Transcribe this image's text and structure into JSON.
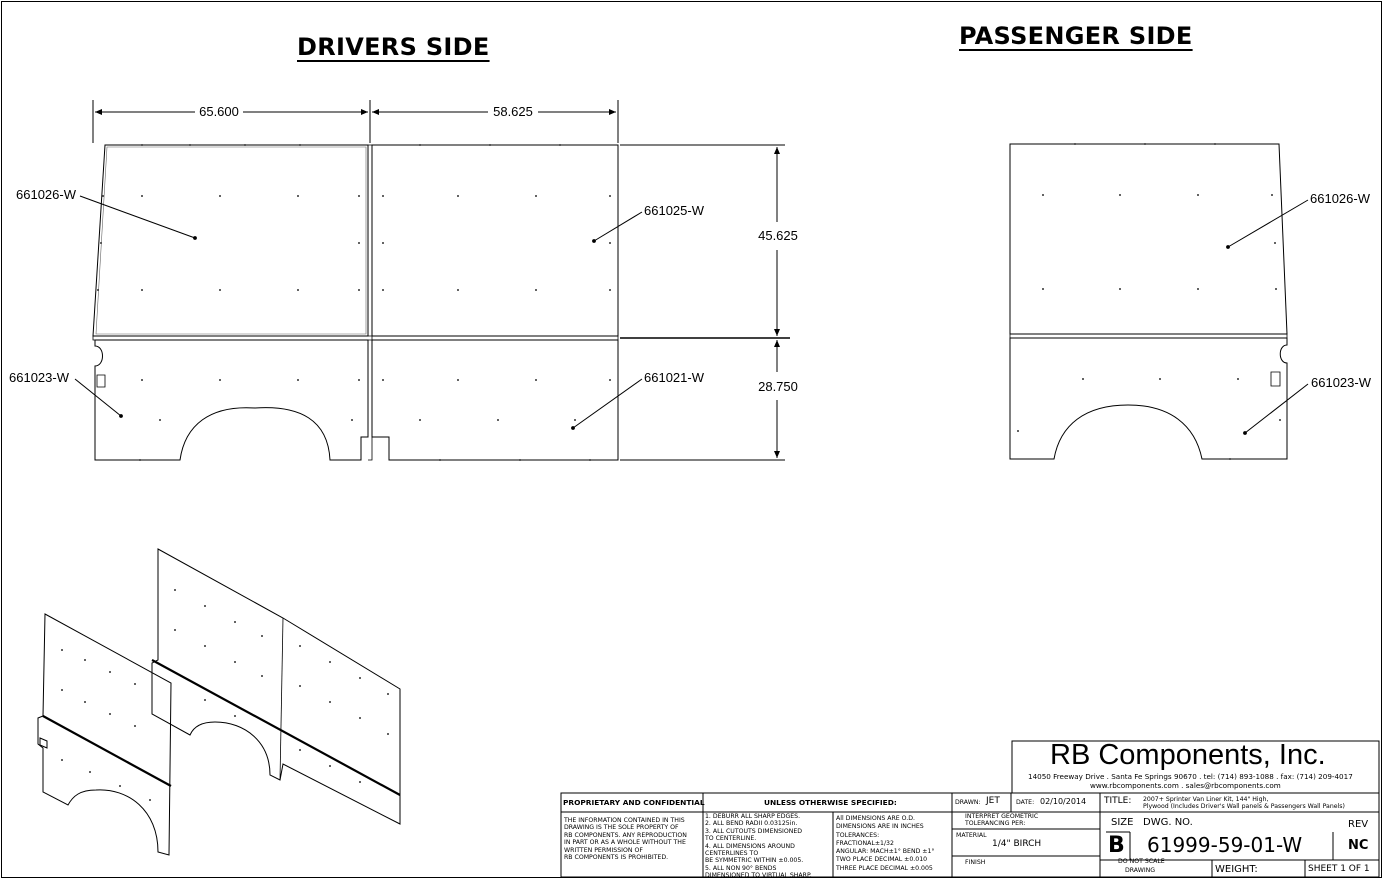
{
  "views": {
    "drivers_side": {
      "heading": "DRIVERS SIDE",
      "dimensions": {
        "left_width": "65.600",
        "right_width": "58.625",
        "upper_height": "45.625",
        "lower_height": "28.750"
      },
      "callouts": [
        "661026-W",
        "661025-W",
        "661023-W",
        "661021-W"
      ]
    },
    "passenger_side": {
      "heading": "PASSENGER SIDE",
      "callouts": [
        "661026-W",
        "661023-W"
      ]
    }
  },
  "company": {
    "name": "RB Components, Inc.",
    "address": "14050 Freeway Drive . Santa Fe Springs 90670 . tel: (714) 893-1088 . fax: (714) 209-4017",
    "web": "www.rbcomponents.com . sales@rbcomponents.com"
  },
  "title_block": {
    "proprietary_header": "PROPRIETARY AND CONFIDENTIAL",
    "proprietary_lines": [
      "THE INFORMATION CONTAINED IN THIS",
      "DRAWING IS THE SOLE PROPERTY OF",
      "RB COMPONENTS.  ANY REPRODUCTION",
      "IN PART OR AS A WHOLE WITHOUT THE",
      "WRITTEN PERMISSION OF",
      "RB COMPONENTS IS PROHIBITED."
    ],
    "unless_header": "UNLESS OTHERWISE SPECIFIED:",
    "notes": [
      "1.  DEBURR ALL SHARP EDGES.",
      "2.  ALL BEND RADII 0.03125in.",
      "3.  ALL CUTOUTS DIMENSIONED",
      "     TO CENTERLINE.",
      "4.  ALL DIMENSIONS AROUND",
      "     CENTERLINES TO",
      "     BE SYMMETRIC WITHIN ±0.005.",
      "5.  ALL NON 90° BENDS",
      "     DIMENSIONED TO VIRTUAL SHARP."
    ],
    "tolerances": [
      "All DIMENSIONS ARE O.D.",
      "DIMENSIONS ARE IN INCHES",
      "TOLERANCES:",
      "FRACTIONAL±1/32",
      "ANGULAR: MACH±1°   BEND ±1°",
      "TWO PLACE DECIMAL    ±0.010",
      "THREE PLACE DECIMAL  ±0.005"
    ],
    "drawn_label": "DRAWN:",
    "drawn_value": "JET",
    "date_label": "DATE:",
    "date_value": "02/10/2014",
    "title_label": "TITLE:",
    "title_line1": "2007+ Sprinter Van Liner Kit, 144\" High,",
    "title_line2": "Plywood (Includes Driver's Wall panels & Passengers Wall Panels)",
    "interpret_line1": "INTERPRET GEOMETRIC",
    "interpret_line2": "TOLERANCING PER:",
    "material_label": "MATERIAL",
    "material_value": "1/4\" BIRCH",
    "finish_label": "FINISH",
    "size_label": "SIZE",
    "dwg_label": "DWG.  NO.",
    "rev_label": "REV",
    "size_value": "B",
    "dwg_value": "61999-59-01-W",
    "rev_value": "NC",
    "do_not_scale": "DO NOT SCALE",
    "drawing_word": "DRAWING",
    "weight_label": "WEIGHT:",
    "sheet_label": "SHEET 1 OF 1"
  }
}
